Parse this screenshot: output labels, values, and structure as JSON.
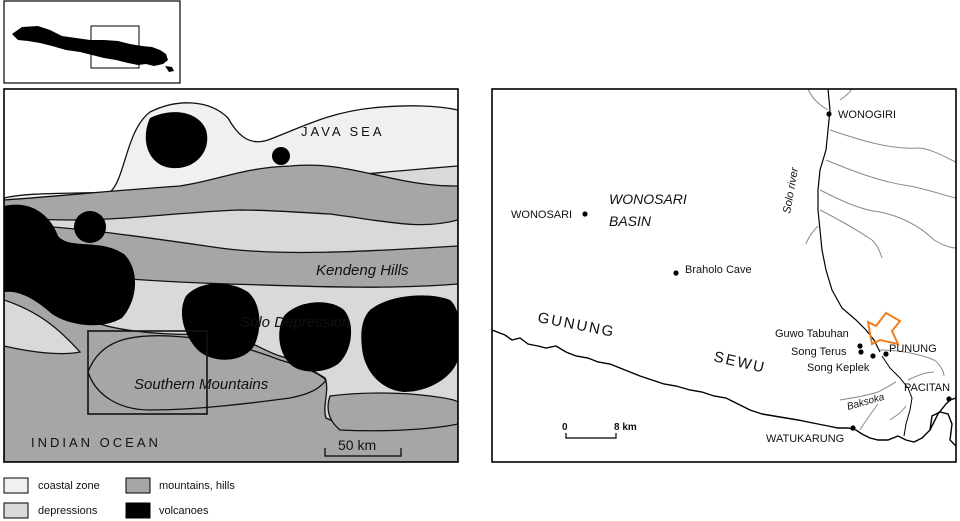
{
  "left_map": {
    "java_sea": "JAVA SEA",
    "indian_ocean": "INDIAN OCEAN",
    "kendeng_hills": "Kendeng  Hills",
    "solo_depression": "Solo Depression",
    "southern_mountains": "Southern Mountains",
    "scale": "50 km"
  },
  "legend": {
    "coastal_zone": "coastal zone",
    "depressions": "depressions",
    "mountains_hills": "mountains, hills",
    "volcanoes": "volcanoes",
    "colors": {
      "coastal_zone": "#f0f0f0",
      "depressions": "#d9d9d9",
      "mountains_hills": "#a6a6a6",
      "volcanoes": "#000000"
    }
  },
  "right_map": {
    "wonogiri": "WONOGIRI",
    "solo_river": "Solo river",
    "wonosari": "WONOSARI",
    "wonosari_basin_1": "WONOSARI",
    "wonosari_basin_2": "BASIN",
    "braholo": "Braholo Cave",
    "gunung": "GUNUNG",
    "sewu": "SEWU",
    "guwo": "Guwo Tabuhan",
    "song_terus": "Song Terus",
    "song_keplek": "Song Keplek",
    "punung": "PUNUNG",
    "pacitan": "PACITAN",
    "baksoka": "Baksoka",
    "watukarung": "WATUKARUNG",
    "scale_zero": "0",
    "scale_eight": "8 km",
    "arrow_color": "#f07c1e"
  }
}
